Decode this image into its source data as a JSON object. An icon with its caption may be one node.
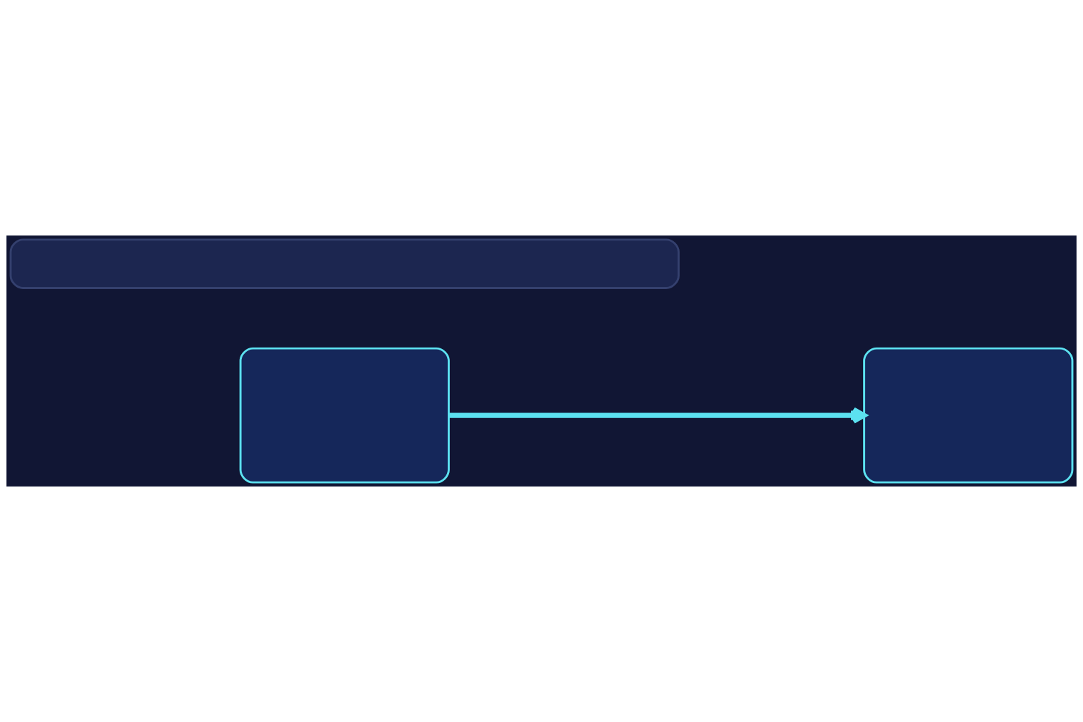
{
  "diagram": {
    "nodes": [
      {
        "text": [],
        "shape": "box"
      },
      {
        "text": [],
        "shape": "box"
      },
      {
        "text": [],
        "shape": "bar"
      }
    ],
    "edges": [
      {
        "from": 0,
        "to": 1,
        "arrow": "to",
        "color": "#5ce1f0"
      }
    ]
  }
}
